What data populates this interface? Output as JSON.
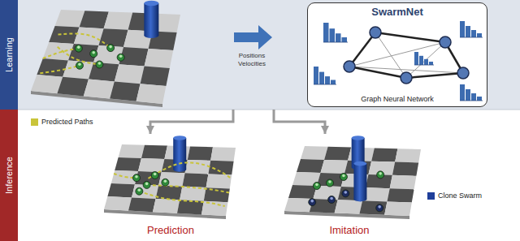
{
  "diagram": {
    "nodes": [
      {
        "text": [
          "Learning"
        ]
      },
      {
        "text": [
          "SwarmNet",
          "Graph Neural Network"
        ],
        "in": 0
      },
      {
        "text": [
          "Inference"
        ]
      },
      {
        "text": [
          "Prediction"
        ],
        "in": 2
      },
      {
        "text": [
          "Imitation"
        ],
        "in": 2
      }
    ],
    "edges": [
      {
        "from": 0,
        "to": 3,
        "arrow": "to"
      },
      {
        "from": 0,
        "to": 4,
        "arrow": "to"
      }
    ],
    "labels": [
      "Positions Velocities"
    ],
    "legend": [
      {
        "text": "Predicted Paths",
        "color": "#c9c43a"
      },
      {
        "text": "Clone Swarm",
        "color": "#1f3f9a"
      }
    ]
  }
}
